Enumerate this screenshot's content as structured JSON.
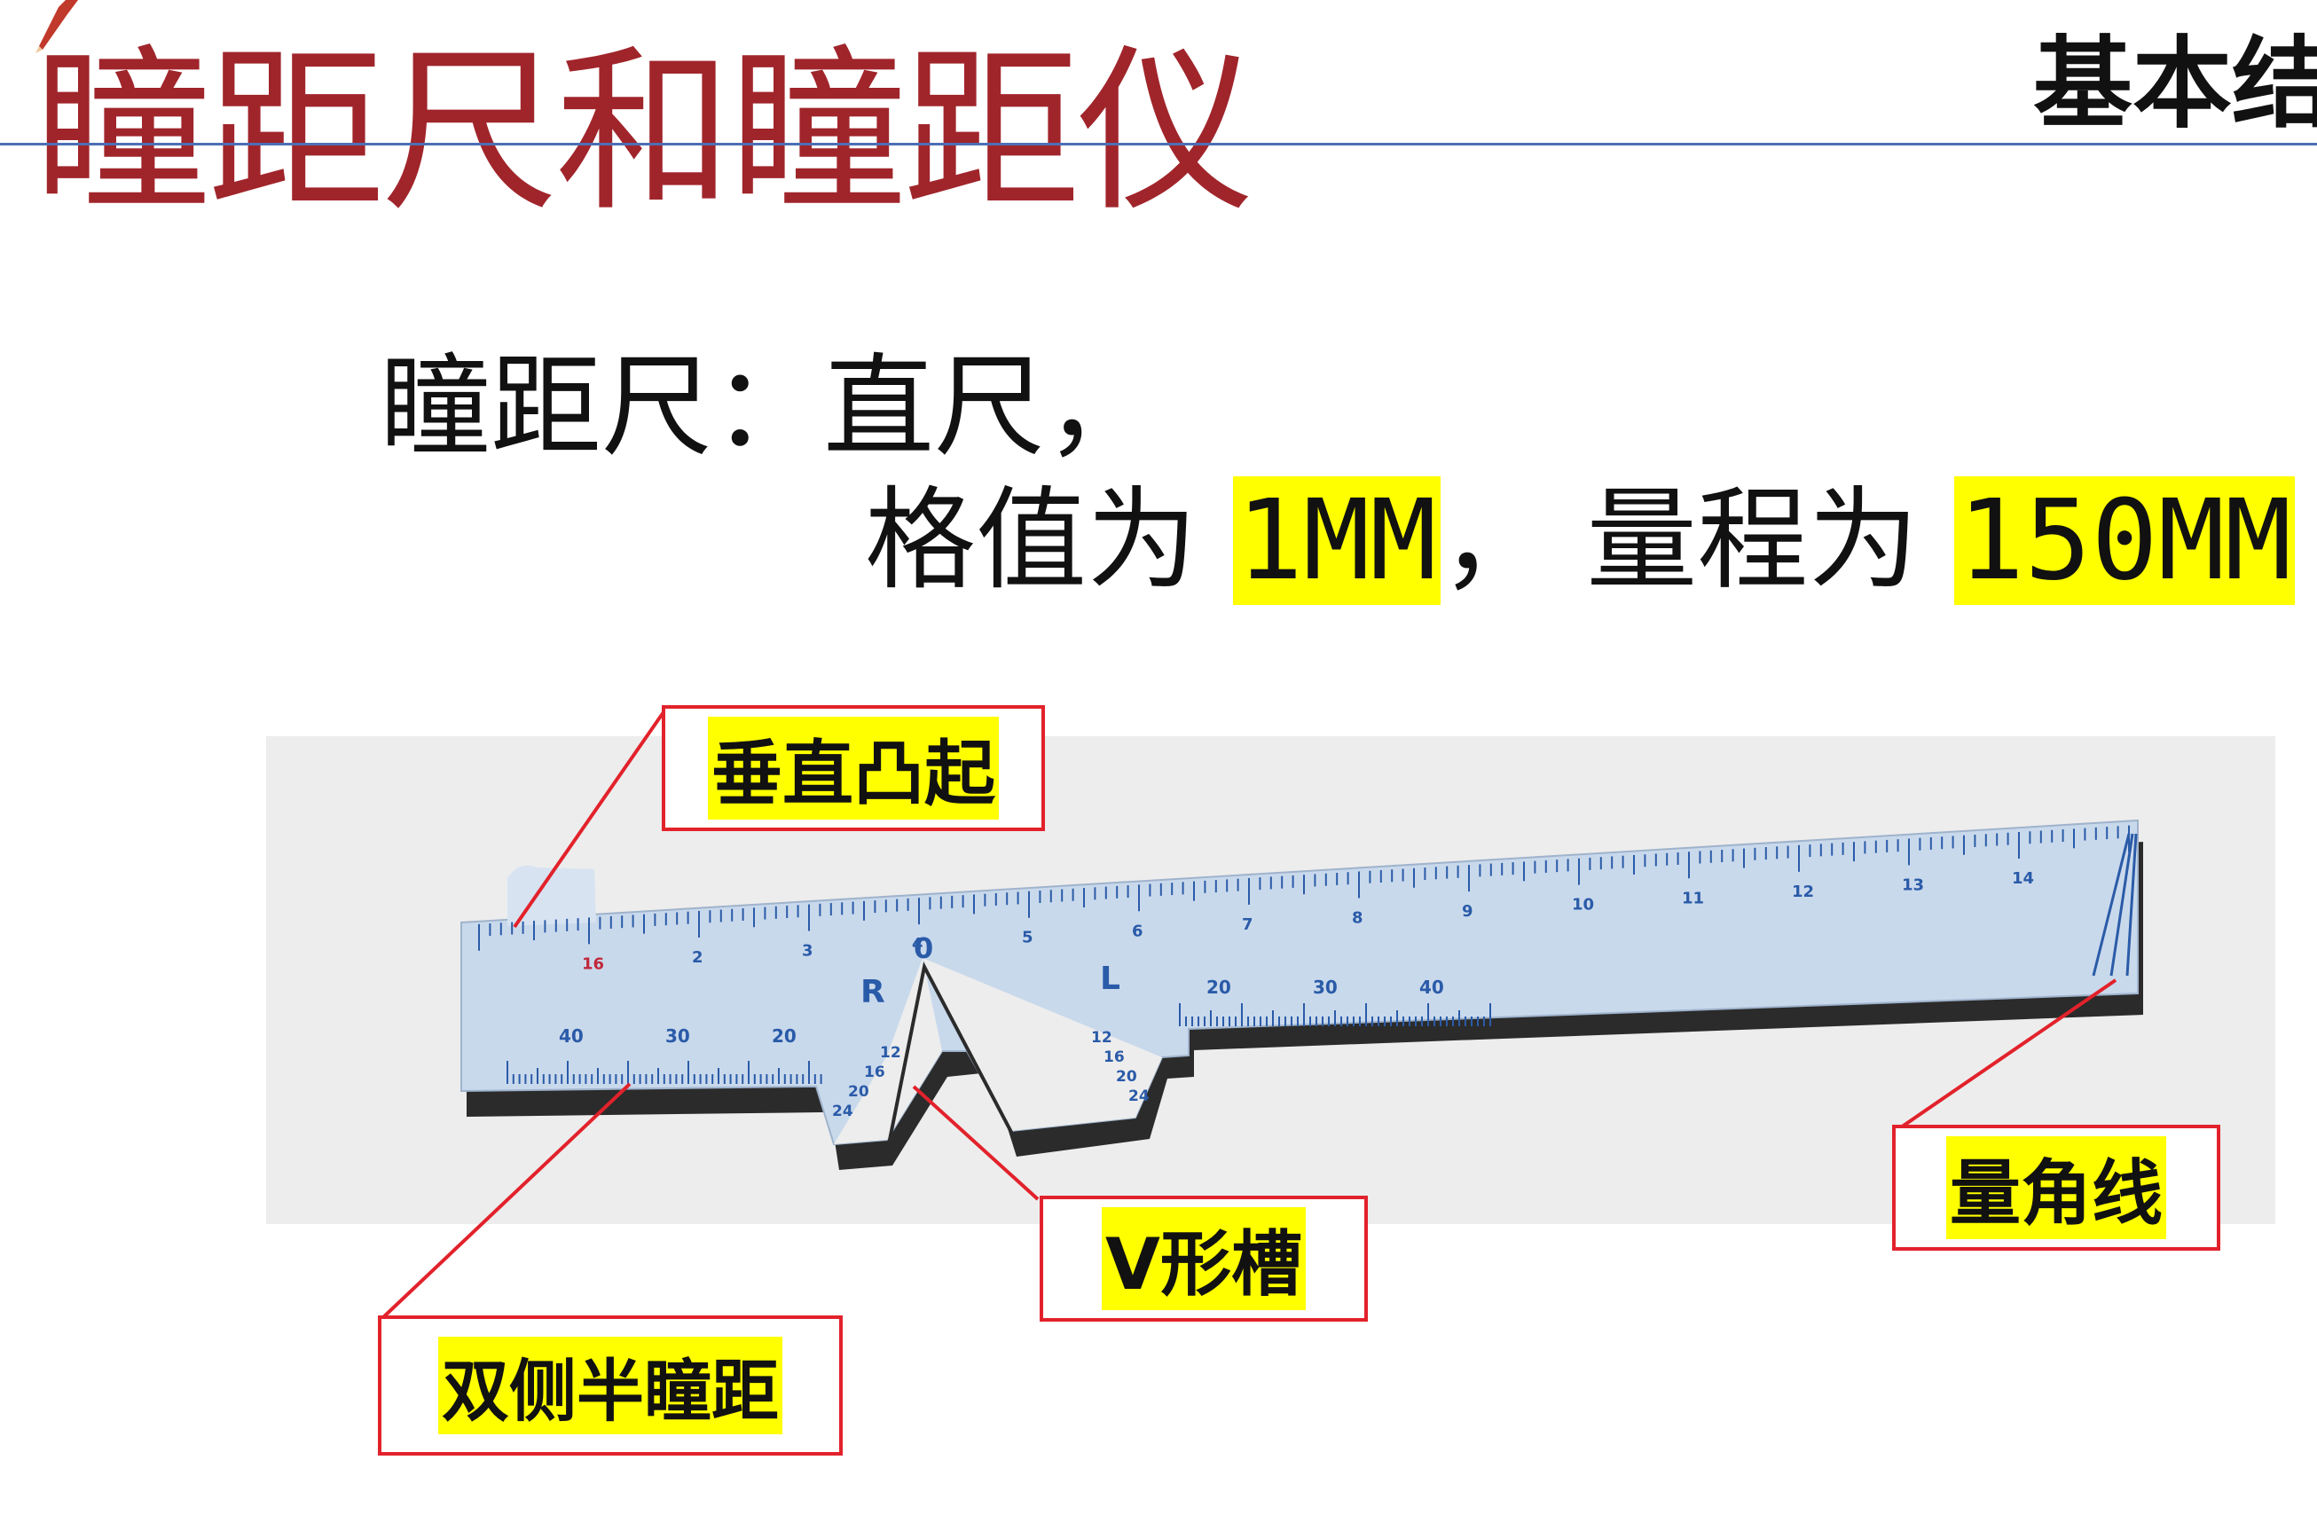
{
  "header": {
    "title": "瞳距尺和瞳距仪",
    "section": "基本结"
  },
  "content": {
    "line1": "瞳距尺：直尺，",
    "line2_prefix": "格值为 ",
    "line2_value1": "1MM",
    "line2_mid": "， 量程为 ",
    "line2_value2": "150MM"
  },
  "ruler": {
    "top_scale": [
      "16",
      "2",
      "3",
      "4",
      "5",
      "6",
      "7",
      "8",
      "9",
      "10",
      "11",
      "12",
      "13",
      "14"
    ],
    "center_label": "0",
    "right_label": "R",
    "left_label": "L",
    "left_half_scale": [
      "40",
      "30",
      "20"
    ],
    "right_half_scale": [
      "20",
      "30",
      "40"
    ],
    "v_left_scale": [
      "12",
      "16",
      "20",
      "24"
    ],
    "v_right_scale": [
      "12",
      "16",
      "20",
      "24"
    ]
  },
  "callouts": {
    "vertical_bump": "垂直凸起",
    "v_groove": "V形槽",
    "protractor_line": "量角线",
    "half_pd": "双侧半瞳距"
  },
  "colors": {
    "title": "#a0252b",
    "rule": "#4c6fb5",
    "highlight": "#ffff00",
    "callout_border": "#e2222b",
    "ruler_body": "#c9d9ec",
    "ruler_ink": "#2a5ba8"
  }
}
